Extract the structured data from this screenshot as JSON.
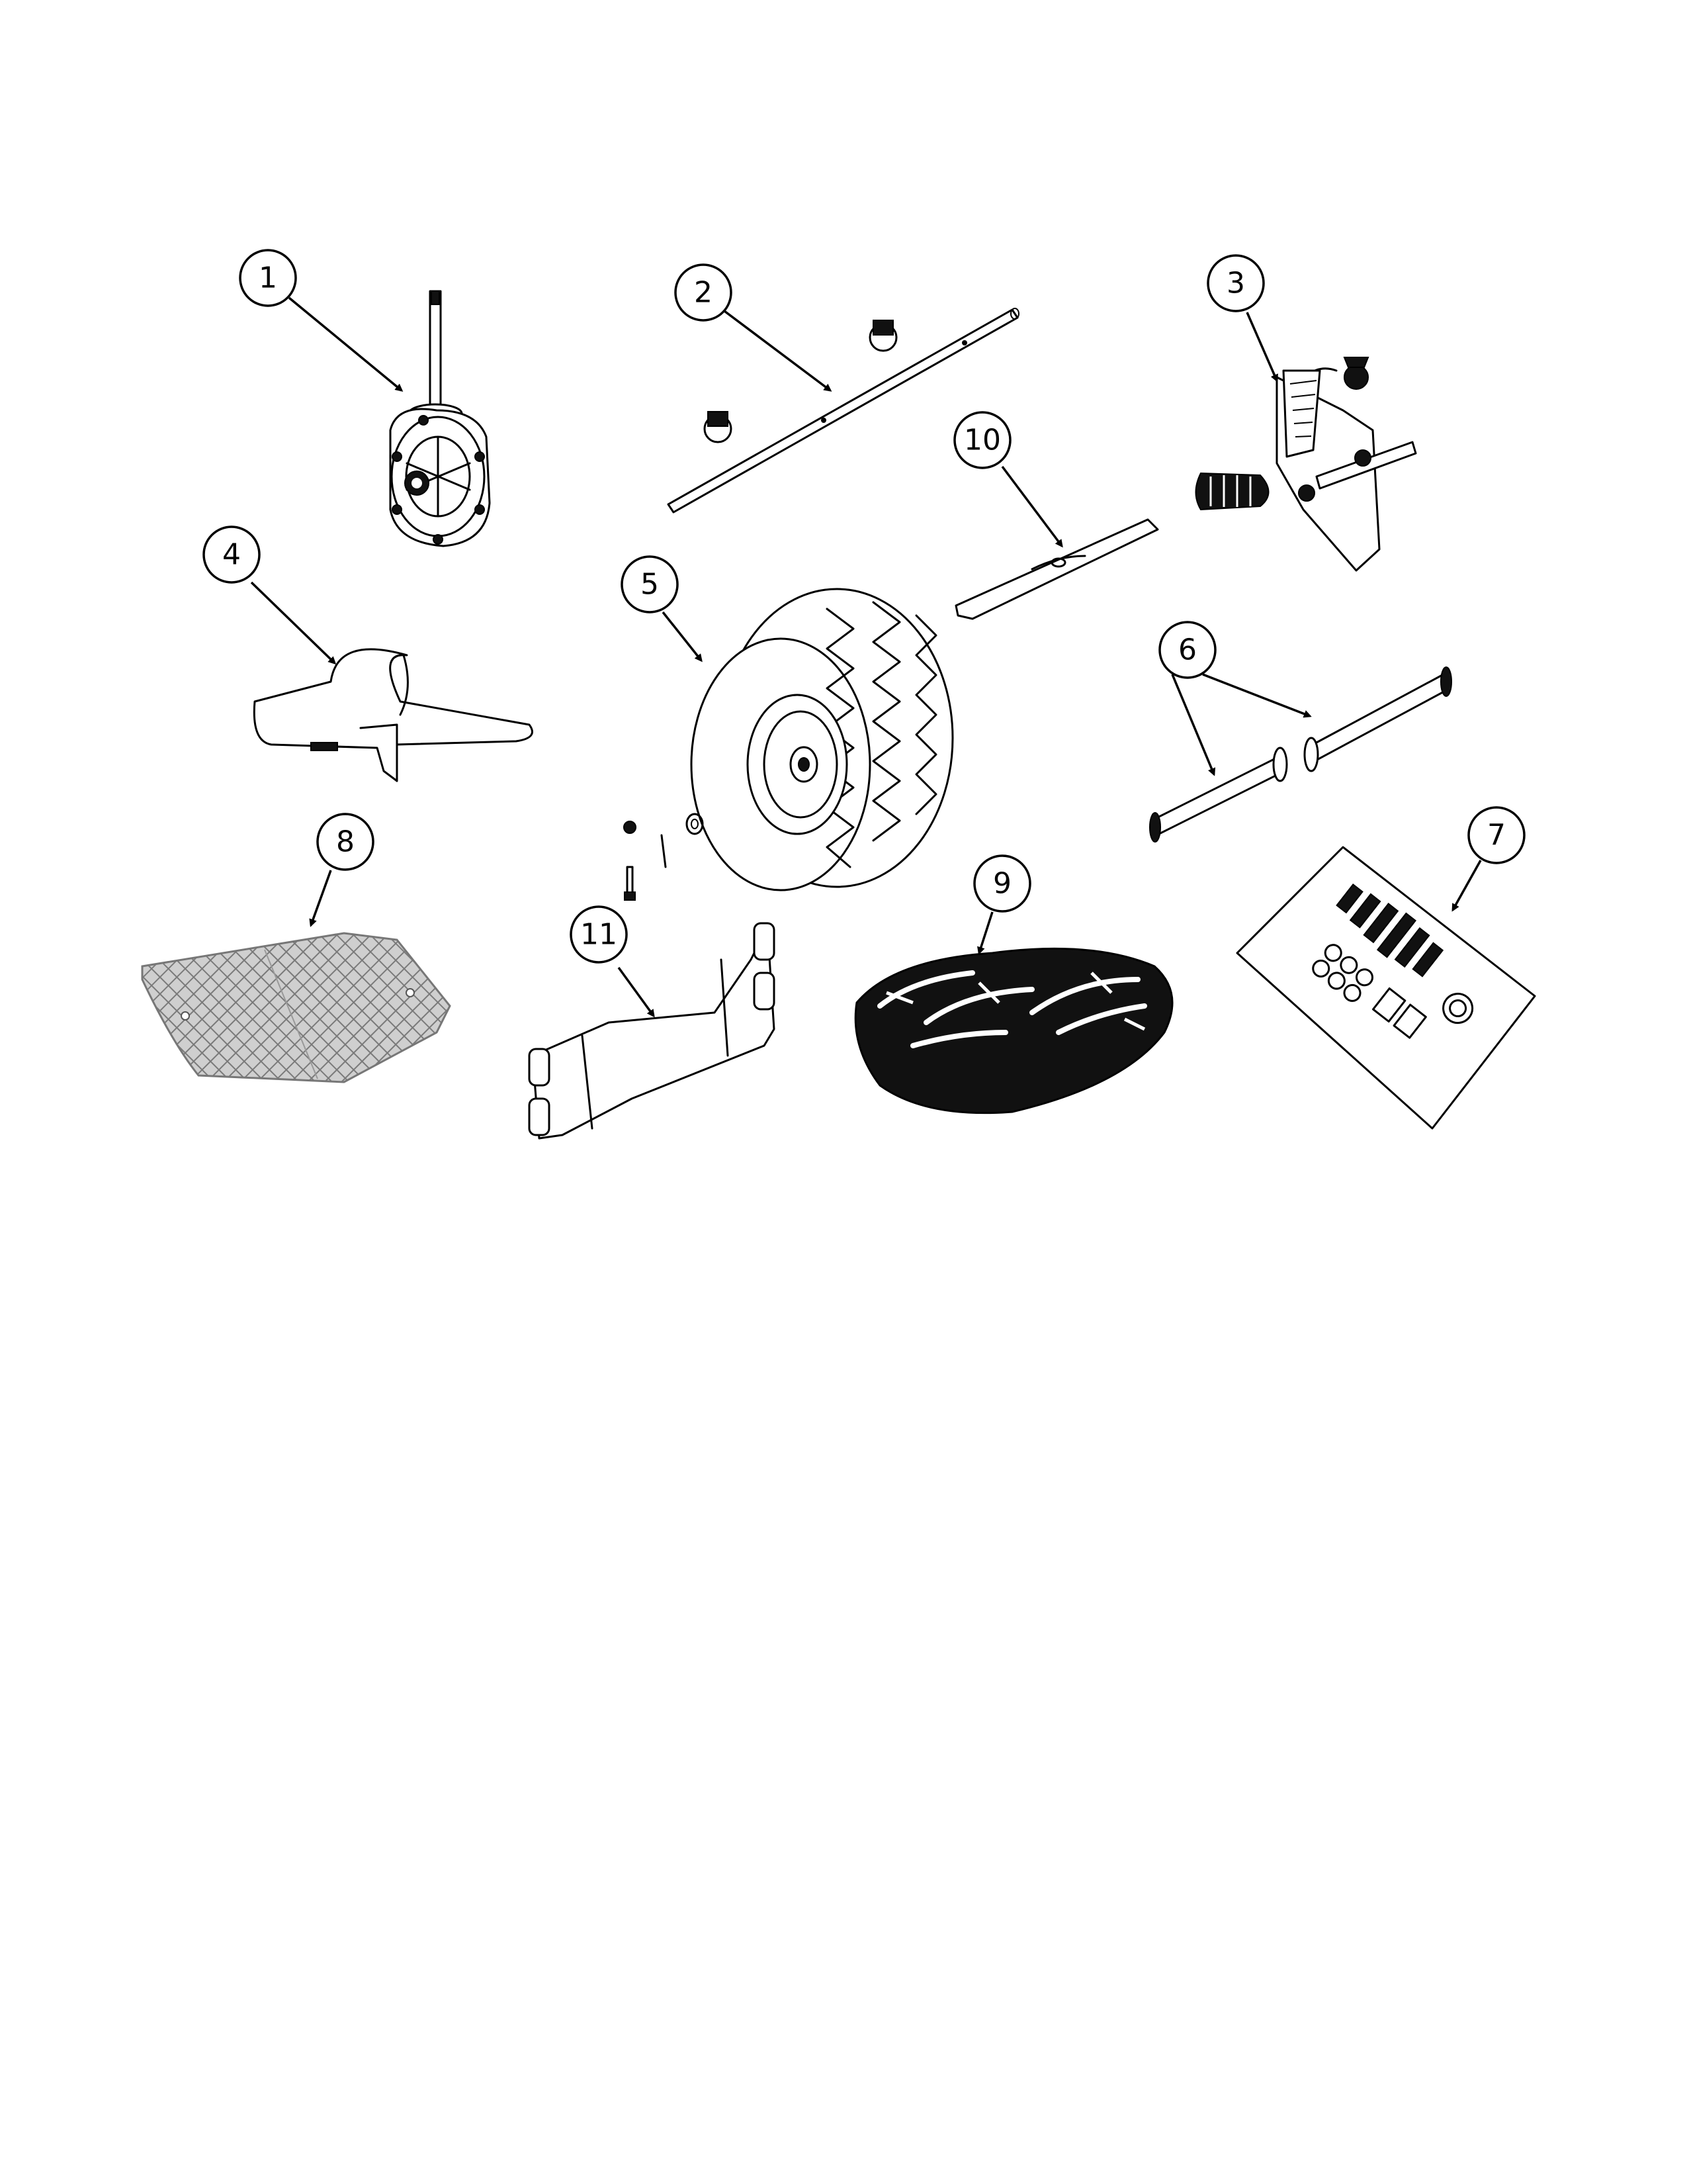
{
  "callouts": [
    {
      "id": "1",
      "label": "1"
    },
    {
      "id": "2",
      "label": "2"
    },
    {
      "id": "3",
      "label": "3"
    },
    {
      "id": "4",
      "label": "4"
    },
    {
      "id": "5",
      "label": "5"
    },
    {
      "id": "6",
      "label": "6"
    },
    {
      "id": "7",
      "label": "7"
    },
    {
      "id": "8",
      "label": "8"
    },
    {
      "id": "9",
      "label": "9"
    },
    {
      "id": "10",
      "label": "10"
    },
    {
      "id": "11",
      "label": "11"
    }
  ],
  "colors": {
    "line": "#000000",
    "background": "#ffffff",
    "mat_fill": "#bbbbbb"
  }
}
